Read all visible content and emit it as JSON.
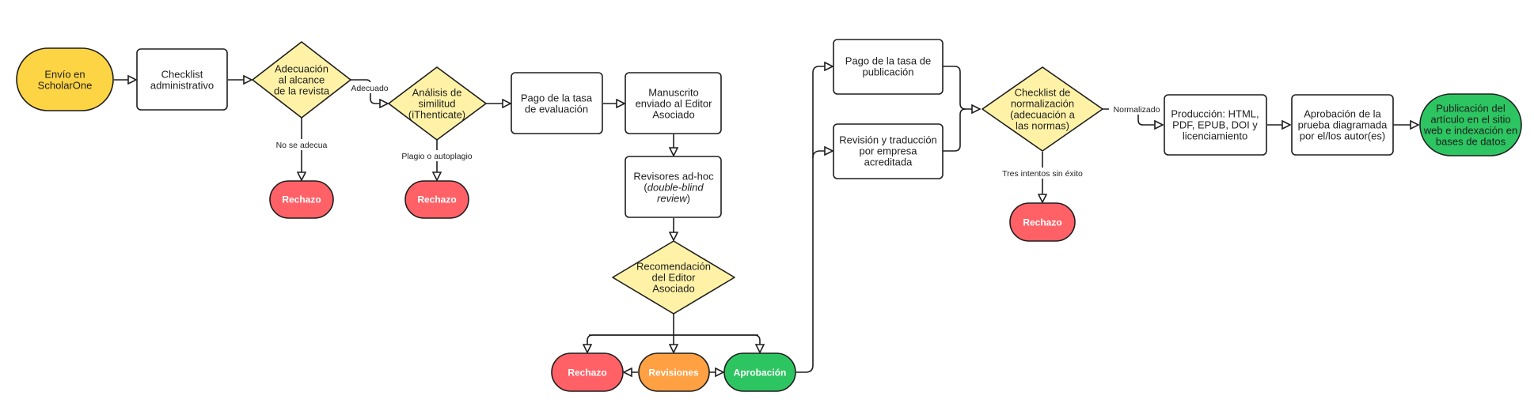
{
  "nodes": {
    "envio": {
      "lines": [
        "Envío en",
        "ScholarOne"
      ]
    },
    "checklist_admin": {
      "lines": [
        "Checklist",
        "administrativo"
      ]
    },
    "adecuacion": {
      "lines": [
        "Adecuación",
        "al alcance",
        "de la revista"
      ]
    },
    "rechazo_1": {
      "lines": [
        "Rechazo"
      ]
    },
    "similitud": {
      "lines": [
        "Análisis de",
        "similitud",
        "(iThenticate)"
      ]
    },
    "rechazo_2": {
      "lines": [
        "Rechazo"
      ]
    },
    "pago_evaluacion": {
      "lines": [
        "Pago de la tasa",
        "de evaluación"
      ]
    },
    "manuscrito": {
      "lines": [
        "Manuscrito",
        "enviado al Editor",
        "Asociado"
      ]
    },
    "revisores": {
      "lines": [
        "Revisores ad-hoc",
        "(double-blind",
        "review)"
      ]
    },
    "recomendacion": {
      "lines": [
        "Recomendación",
        "del Editor",
        "Asociado"
      ]
    },
    "rechazo_3": {
      "lines": [
        "Rechazo"
      ]
    },
    "revisiones": {
      "lines": [
        "Revisiones"
      ]
    },
    "aprobacion": {
      "lines": [
        "Aprobación"
      ]
    },
    "pago_publicacion": {
      "lines": [
        "Pago de la tasa de",
        "publicación"
      ]
    },
    "traduccion": {
      "lines": [
        "Revisión y traducción",
        "por empresa",
        "acreditada"
      ]
    },
    "normalizacion": {
      "lines": [
        "Checklist de",
        "normalización",
        "(adecuación a",
        "las normas)"
      ]
    },
    "rechazo_4": {
      "lines": [
        "Rechazo"
      ]
    },
    "produccion": {
      "lines": [
        "Producción: HTML,",
        "PDF, EPUB, DOI y",
        "licenciamiento"
      ]
    },
    "aprobacion_prueba": {
      "lines": [
        "Aprobación de la",
        "prueba diagramada",
        "por el/los autor(es)"
      ]
    },
    "publicacion": {
      "lines": [
        "Publicación del",
        "artículo en el sitio",
        "web e indexación en",
        "bases de datos"
      ]
    }
  },
  "edge_labels": {
    "adecuado": "Adecuado",
    "no_adecua": "No se adecua",
    "plagio": "Plagio o autoplagio",
    "normalizado": "Normalizado",
    "tres_intentos": "Tres intentos sin éxito"
  },
  "colors": {
    "yellow_start": "#FDD444",
    "decision_fill": "#FFF2A6",
    "reject_red": "#FF6167",
    "revision_orange": "#FFA043",
    "approve_green": "#2DC561",
    "outline": "#1e1e1e",
    "box_fill": "#ffffff"
  }
}
